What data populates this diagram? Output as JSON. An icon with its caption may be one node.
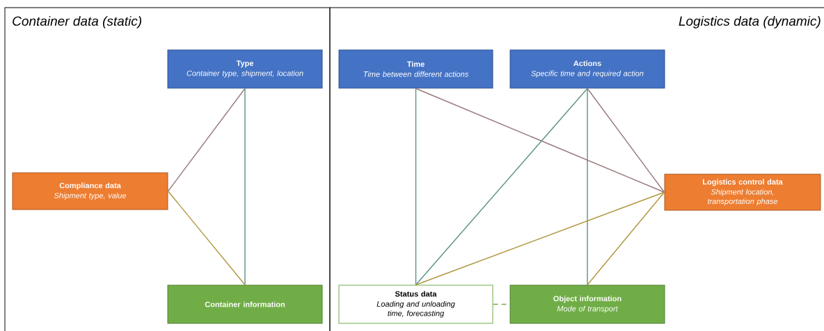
{
  "diagram": {
    "nodes": [
      {
        "text": [
          "Container data (static)"
        ]
      },
      {
        "text": [
          "Type",
          "Container type, shipment, location"
        ],
        "in": 0
      },
      {
        "text": [
          "Compliance data",
          "Shipment type, value"
        ],
        "in": 0
      },
      {
        "text": [
          "Container information"
        ],
        "in": 0
      },
      {
        "text": [
          "Logistics data (dynamic)"
        ]
      },
      {
        "text": [
          "Time",
          "Time between different actions"
        ],
        "in": 4
      },
      {
        "text": [
          "Actions",
          "Specific time and required action"
        ],
        "in": 4
      },
      {
        "text": [
          "Logistics control data",
          "Shipment location, transportation phase"
        ],
        "in": 4
      },
      {
        "text": [
          "Status data",
          "Loading and unloading time, forecasting"
        ],
        "in": 4
      },
      {
        "text": [
          "Object information",
          "Mode of transport"
        ],
        "in": 4
      }
    ],
    "edges": [
      {
        "from": 1,
        "to": 2,
        "arrow": "none"
      },
      {
        "from": 1,
        "to": 3,
        "arrow": "none"
      },
      {
        "from": 2,
        "to": 3,
        "arrow": "none"
      },
      {
        "from": 5,
        "to": 8,
        "arrow": "none"
      },
      {
        "from": 5,
        "to": 7,
        "arrow": "none"
      },
      {
        "from": 6,
        "to": 8,
        "arrow": "none"
      },
      {
        "from": 6,
        "to": 9,
        "arrow": "none"
      },
      {
        "from": 6,
        "to": 7,
        "arrow": "none"
      },
      {
        "from": 7,
        "to": 8,
        "arrow": "none"
      },
      {
        "from": 7,
        "to": 9,
        "arrow": "none"
      },
      {
        "from": 8,
        "to": 9,
        "arrow": "none",
        "style": "dashed"
      }
    ]
  }
}
